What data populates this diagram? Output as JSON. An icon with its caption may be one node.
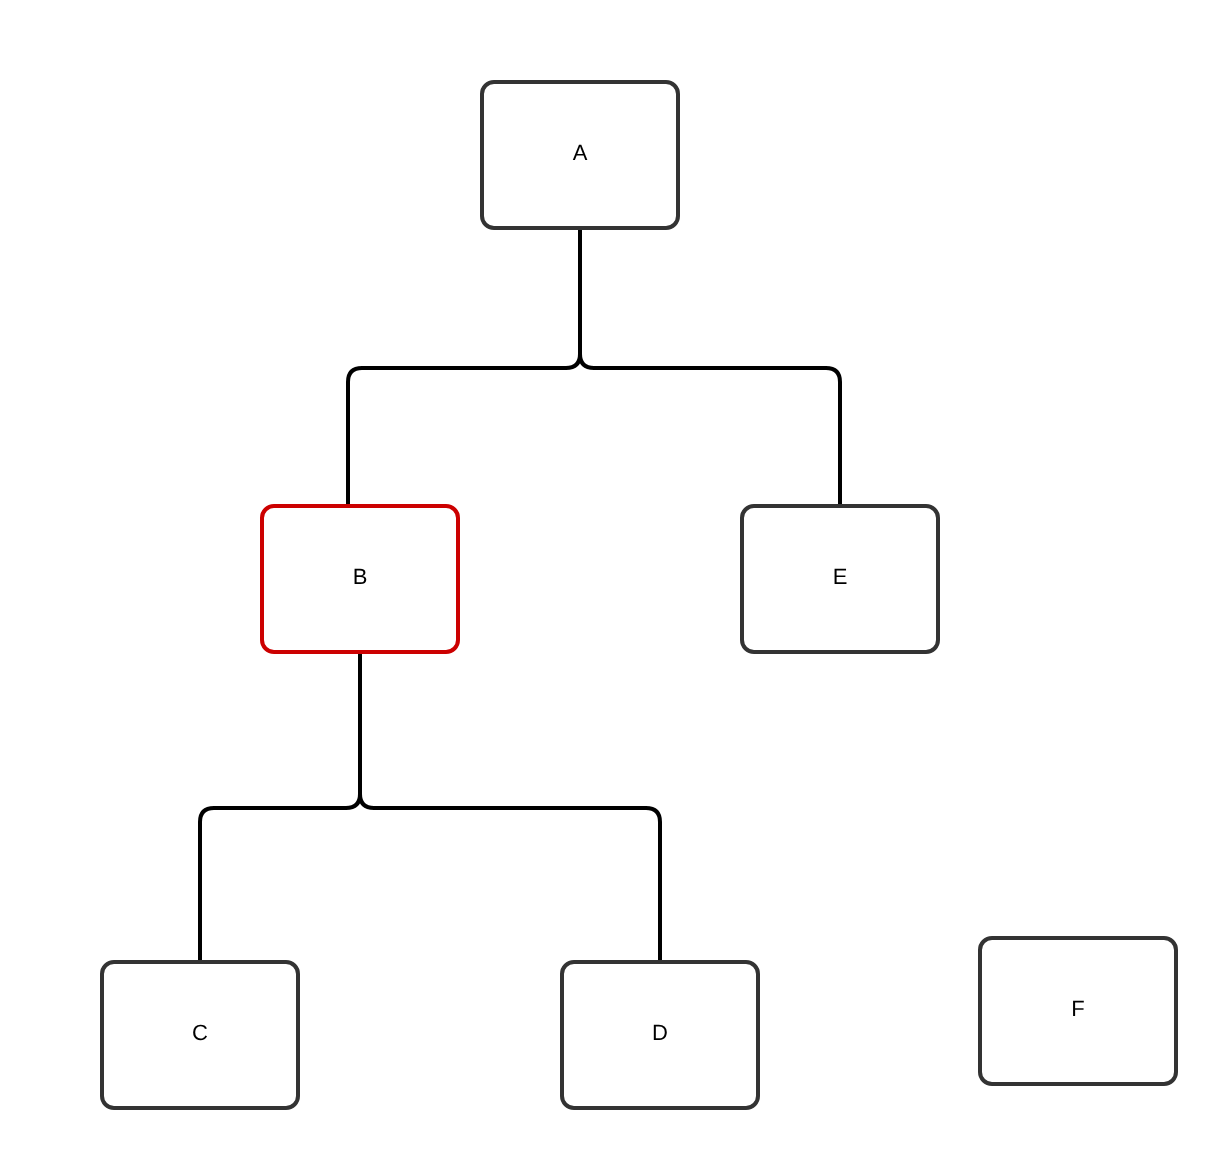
{
  "diagram": {
    "nodes": [
      {
        "text": [
          "A"
        ]
      },
      {
        "text": [
          "B"
        ]
      },
      {
        "text": [
          "C"
        ]
      },
      {
        "text": [
          "D"
        ]
      },
      {
        "text": [
          "E"
        ]
      },
      {
        "text": [
          "F"
        ]
      }
    ],
    "edges": [
      {
        "from": 0,
        "to": 1,
        "arrow": "none"
      },
      {
        "from": 0,
        "to": 4,
        "arrow": "none"
      },
      {
        "from": 1,
        "to": 2,
        "arrow": "none"
      },
      {
        "from": 1,
        "to": 3,
        "arrow": "none"
      }
    ]
  }
}
